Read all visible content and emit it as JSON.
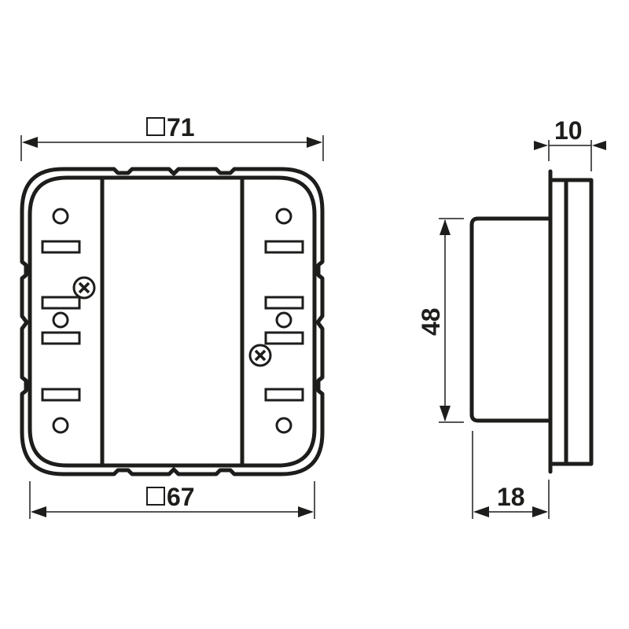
{
  "drawing": {
    "title": "Push-button module dimensional drawing",
    "line_color": "#1d1d1b",
    "background": "#ffffff"
  },
  "front_view": {
    "outer_dimension": {
      "symbol": "□",
      "value": "71",
      "label": "□71"
    },
    "inner_dimension": {
      "symbol": "□",
      "value": "67",
      "label": "□67"
    },
    "screws": 2,
    "mounting_holes": 6,
    "slots": 8
  },
  "side_view": {
    "depth_front": {
      "value": "10",
      "label": "10"
    },
    "height": {
      "value": "48",
      "label": "48"
    },
    "depth_back": {
      "value": "18",
      "label": "18"
    }
  }
}
